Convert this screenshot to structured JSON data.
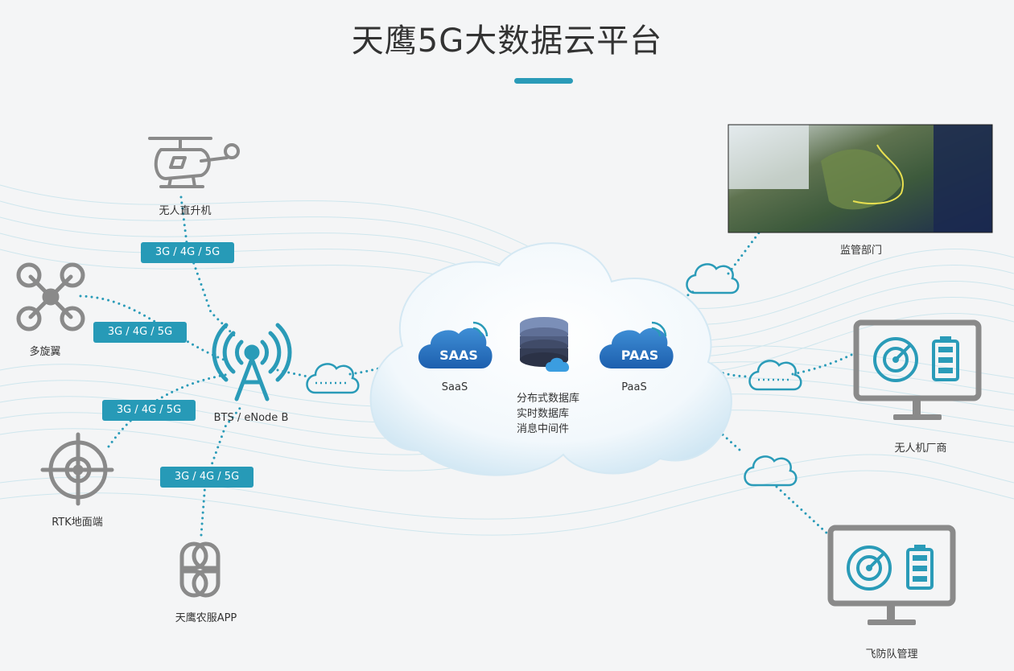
{
  "title": "天鹰5G大数据云平台",
  "nodes": {
    "helicopter": "无人直升机",
    "multirotor": "多旋翼",
    "rtk": "RTK地面端",
    "app": "天鹰农服APP",
    "bts": "BTS / eNode B",
    "regulator": "监管部门",
    "vendor": "无人机厂商",
    "team": "飞防队管理"
  },
  "network_badge": "3G / 4G / 5G",
  "cloud": {
    "saas_badge": "SAAS",
    "saas_label": "SaaS",
    "paas_badge": "PAAS",
    "paas_label": "PaaS",
    "db_lines": [
      "分布式数据库",
      "实时数据库",
      "消息中间件"
    ]
  },
  "colors": {
    "accent": "#2a9bb8",
    "icon_gray": "#8a8a8a",
    "dot_line": "#2a9bb8"
  },
  "icons": [
    "helicopter-icon",
    "drone-icon",
    "crosshair-icon",
    "app-icon",
    "tower-icon",
    "cloud-icon",
    "database-icon",
    "monitor-radar-icon",
    "map-image"
  ]
}
